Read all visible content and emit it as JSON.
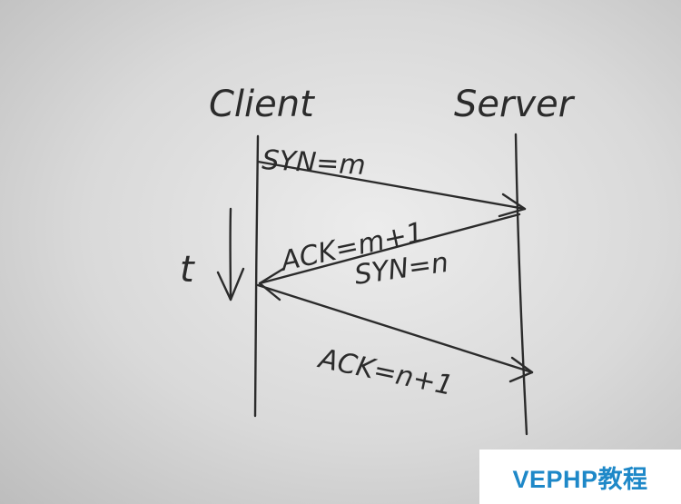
{
  "participants": {
    "client": "Client",
    "server": "Server"
  },
  "messages": [
    {
      "label": "SYN=m",
      "direction": "client-to-server"
    },
    {
      "label": "ACK=m+1",
      "direction": "server-to-client"
    },
    {
      "label": "SYN=n",
      "direction": "server-to-client"
    },
    {
      "label": "ACK=n+1",
      "direction": "client-to-server"
    }
  ],
  "time_axis": {
    "label": "t"
  },
  "watermark": "VEPHP教程",
  "colors": {
    "ink": "#2b2b2b",
    "paper": "#dcdcdc",
    "watermark_text": "#1e88c8"
  }
}
